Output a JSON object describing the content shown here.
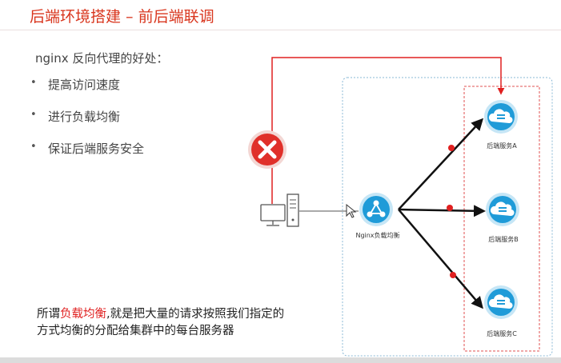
{
  "slide": {
    "title": "后端环境搭建 – 前后端联调",
    "subtitle": "nginx 反向代理的好处：",
    "bullets": [
      {
        "marker": "•",
        "text": "提高访问速度"
      },
      {
        "marker": "•",
        "text": "进行负载均衡"
      },
      {
        "marker": "•",
        "text": "保证后端服务安全"
      }
    ],
    "note": {
      "prefix": "所谓",
      "highlight": "负载均衡",
      "suffix": ",就是把大量的请求按照我们指定的方式均衡的分配给集群中的每台服务器"
    }
  },
  "diagram": {
    "nginx_label": "Nginx负载均衡",
    "servers": [
      "后端服务A",
      "后端服务B",
      "后端服务C"
    ],
    "colors": {
      "accent_red": "#e02020",
      "title_red": "#d9361e",
      "cloud_blue": "#1f9bd8",
      "blocked_red": "#e0302a"
    }
  }
}
